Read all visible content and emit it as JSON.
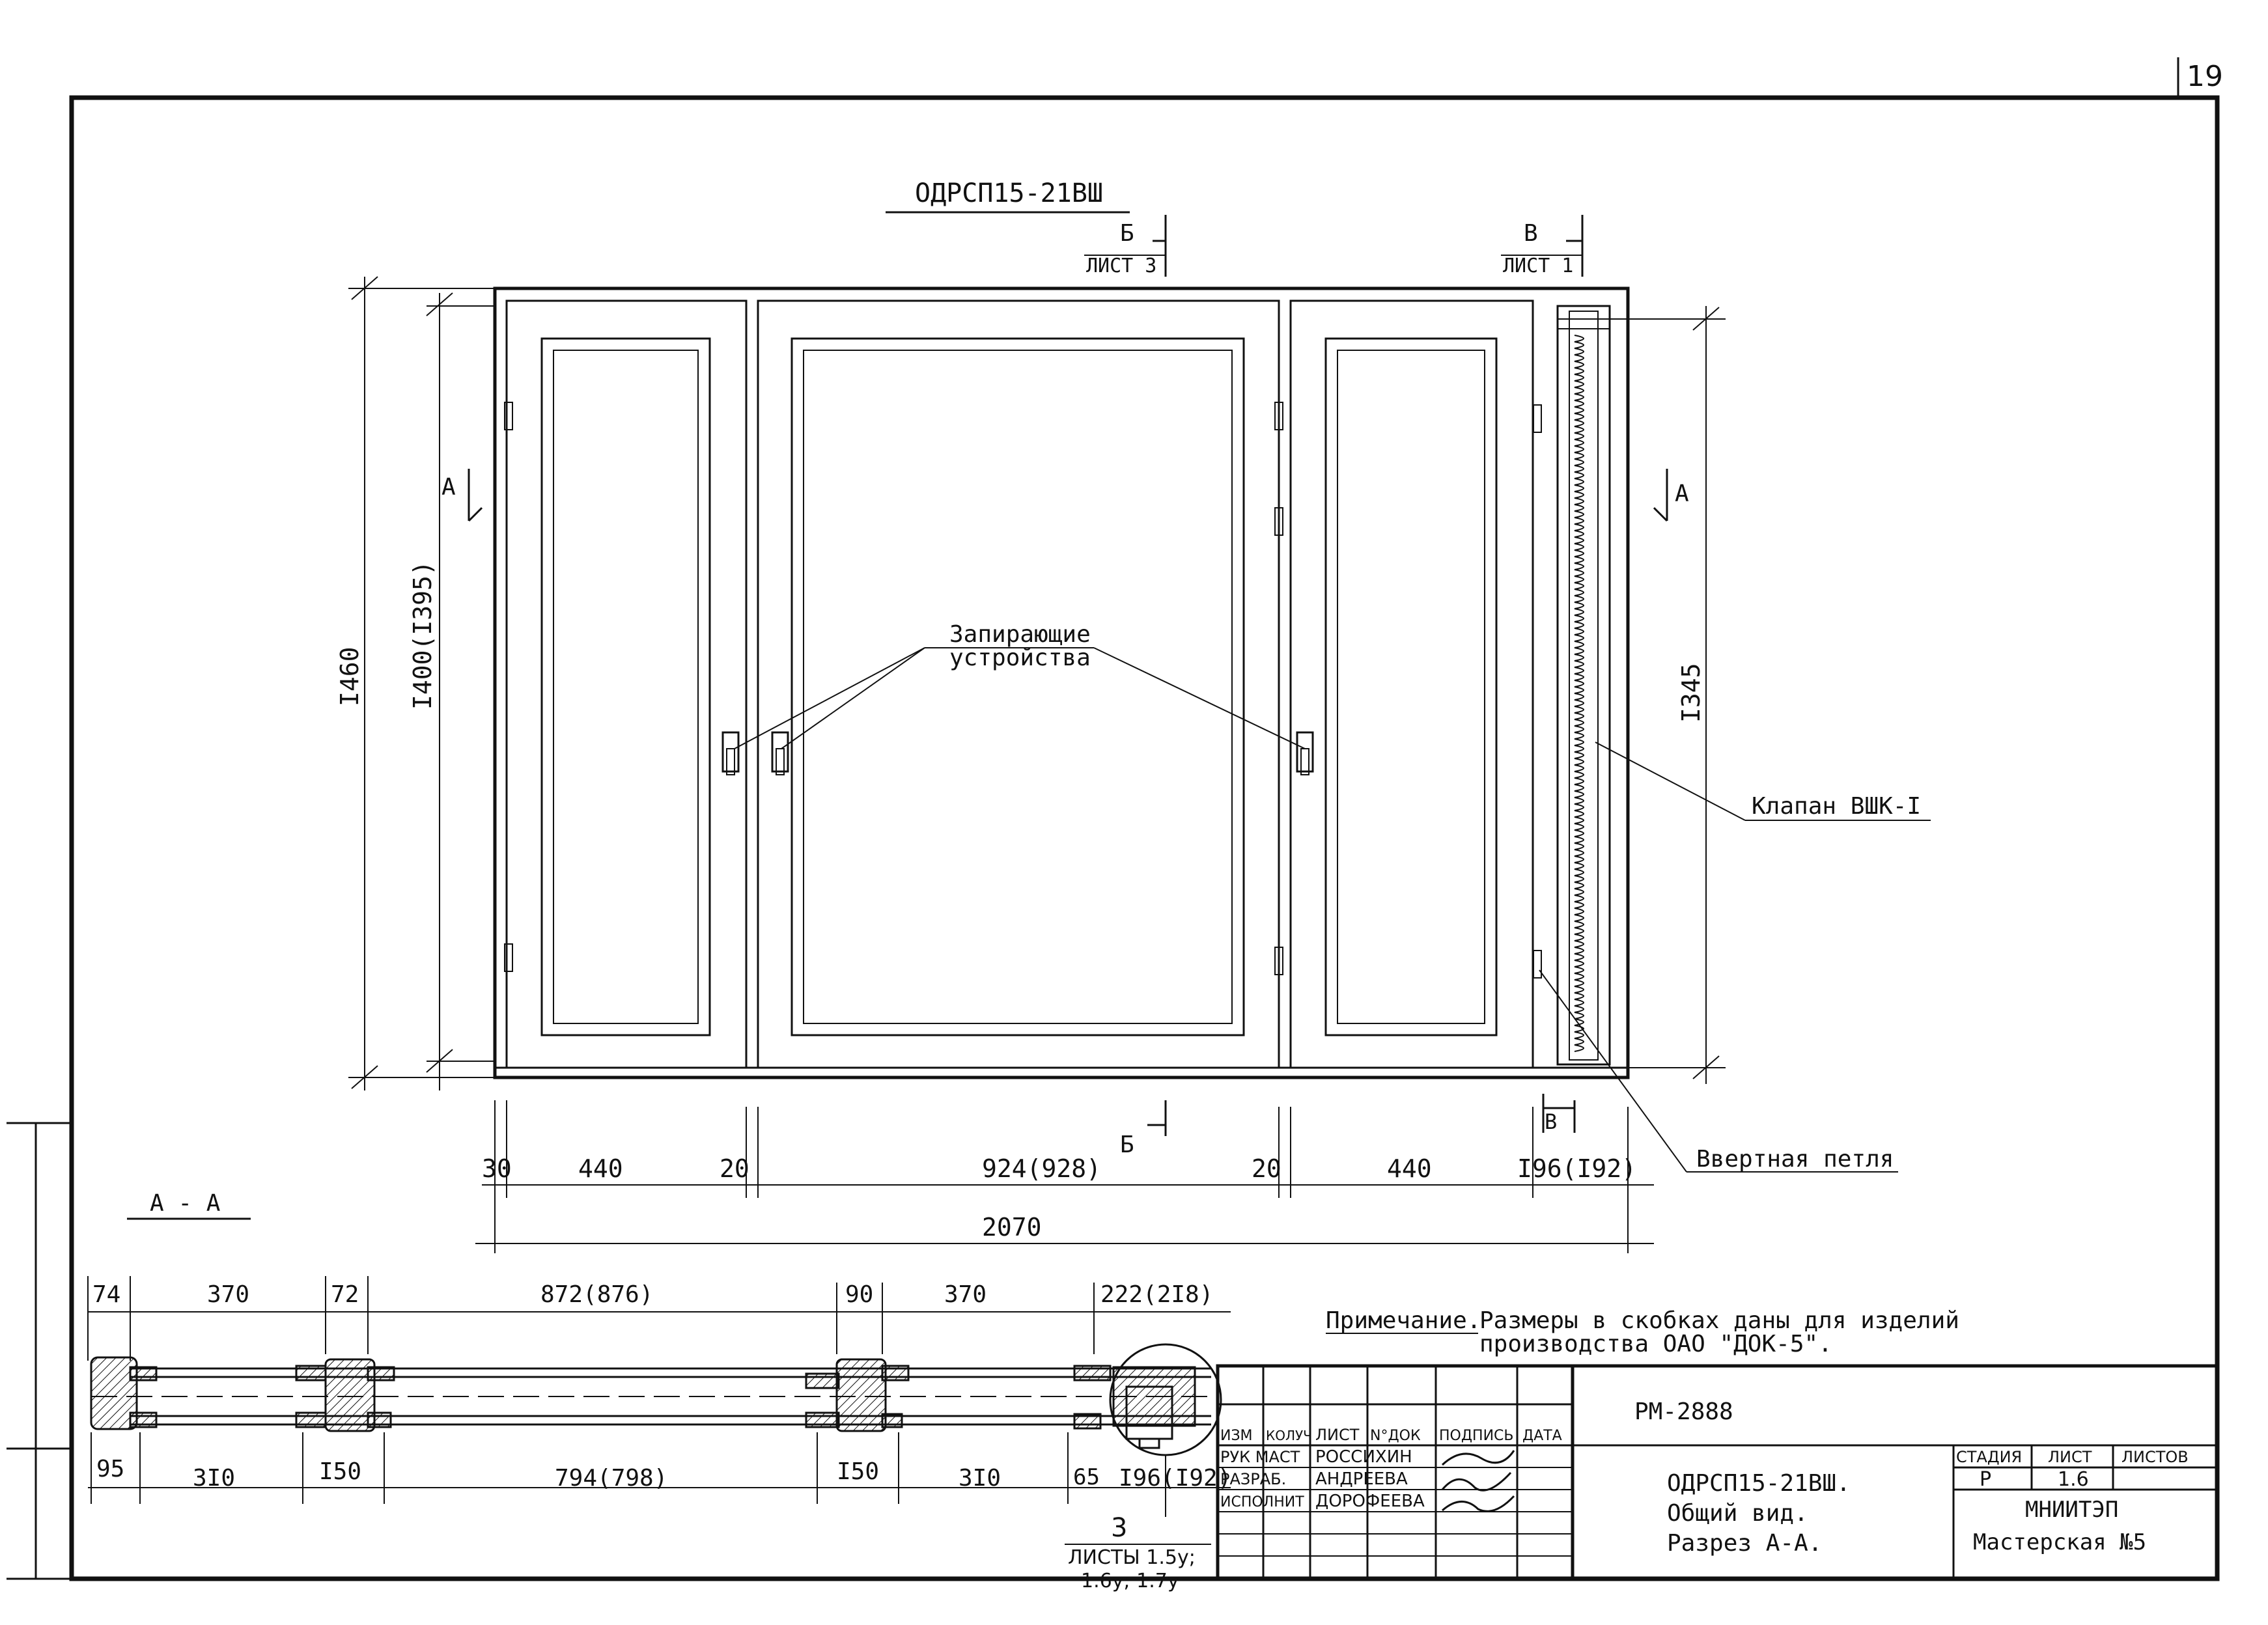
{
  "sheet": {
    "page_number": "19"
  },
  "view": {
    "title": "ОДРСП15-21ВШ",
    "section_b_top": {
      "letter": "Б",
      "sheet": "ЛИСТ 3"
    },
    "section_b_bottom": {
      "letter": "Б"
    },
    "section_v_top": {
      "letter": "В",
      "sheet": "ЛИСТ 1"
    },
    "section_v_bottom": {
      "letter": "В"
    },
    "section_a_left": "А",
    "section_a_right": "А"
  },
  "labels": {
    "locking_devices_line1": "Запирающие",
    "locking_devices_line2": "устройства",
    "valve": "Клапан ВШК-I",
    "hinge": "Ввертная петля",
    "section_aa": "А - А"
  },
  "dimensions": {
    "height_total": "I460",
    "height_frame": "I400(I395)",
    "height_valve": "I345",
    "bottom_row": [
      "30",
      "440",
      "20",
      "924(928)",
      "20",
      "440",
      "I96(I92)"
    ],
    "width_total": "2070",
    "section_top_row": [
      "74",
      "370",
      "72",
      "872(876)",
      "90",
      "370",
      "222(2I8)"
    ],
    "section_bottom_row": [
      "95",
      "3I0",
      "I50",
      "794(798)",
      "I50",
      "3I0",
      "65",
      "I96(I92)"
    ]
  },
  "callout": {
    "number": "3",
    "sheets_line1": "ЛИСТЫ 1.5у;",
    "sheets_line2": "1.6у; 1.7у"
  },
  "note": {
    "label": "Примечание.",
    "line1": "Размеры в скобках даны для изделий",
    "line2": "производства ОАО \"ДОК-5\"."
  },
  "title_block": {
    "doc_code": "РМ-2888",
    "headers": [
      "ИЗМ",
      "КОЛУЧ",
      "ЛИСТ",
      "N°ДОК",
      "ПОДПИСЬ",
      "ДАТА"
    ],
    "rows": [
      {
        "role": "РУК МАСТ",
        "name": "РОССИХИН"
      },
      {
        "role": "РАЗРАБ.",
        "name": "АНДРЕЕВА"
      },
      {
        "role": "ИСПОЛНИТ",
        "name": "ДОРОФЕЕВА"
      }
    ],
    "product": "ОДРСП15-21ВШ.",
    "drawing_name": "Общий вид.",
    "section": "Разрез А-А.",
    "stage_header": "СТАДИЯ",
    "sheet_header": "ЛИСТ",
    "sheets_header": "ЛИСТОВ",
    "stage": "Р",
    "sheet": "1.6",
    "organization": "МНИИТЭП",
    "workshop": "Мастерская №5"
  }
}
